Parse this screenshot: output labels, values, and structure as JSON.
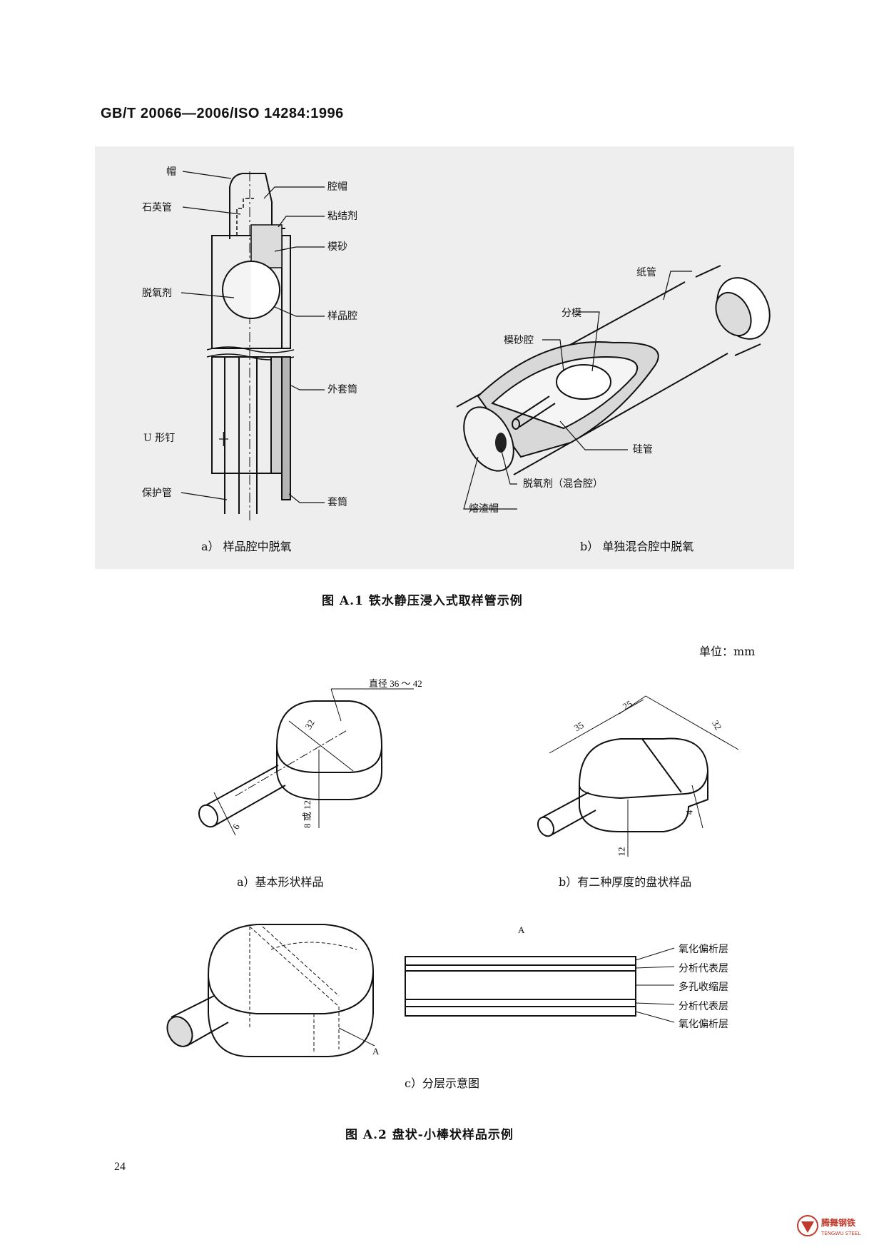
{
  "header": "GB/T 20066—2006/ISO 14284:1996",
  "figure_a1": {
    "part_a": {
      "labels": {
        "cap": "帽",
        "quartz_tube": "石英管",
        "cavity_cap": "腔帽",
        "binder": "粘结剂",
        "molding_sand": "模砂",
        "deoxidizer": "脱氧剂",
        "sample_cavity": "样品腔",
        "outer_sleeve": "外套筒",
        "u_nail": "U 形钉",
        "protective_tube": "保护管",
        "sleeve": "套筒"
      },
      "caption": "a）  样品腔中脱氧"
    },
    "part_b": {
      "labels": {
        "paper_tube": "纸管",
        "split_mold": "分模",
        "sand_cavity": "模砂腔",
        "silica_tube": "硅管",
        "deoxidizer_mix": "脱氧剂（混合腔）",
        "slag_cap": "熔渣帽"
      },
      "caption": "b）  单独混合腔中脱氧"
    },
    "caption": "图 A.1    铁水静压浸入式取样管示例"
  },
  "figure_a2": {
    "unit": "单位：mm",
    "part_a": {
      "dims": {
        "diameter": "直径 36 ～ 42",
        "width": "32",
        "rod": "6",
        "thickness": "8 或 12"
      },
      "caption": "a）基本形状样品"
    },
    "part_b": {
      "dims": {
        "d35": "35",
        "d25": "25",
        "d32": "32",
        "d4": "4",
        "d12": "12"
      },
      "caption": "b）有二种厚度的盘状样品"
    },
    "part_c": {
      "section_label": "A",
      "section_title": "A",
      "layers": [
        "氧化偏析层",
        "分析代表层",
        "多孔收缩层",
        "分析代表层",
        "氧化偏析层"
      ],
      "caption": "c）分层示意图"
    },
    "caption": "图 A.2    盘状-小棒状样品示例"
  },
  "page_number": "24",
  "logo": {
    "cn": "腾舞钢铁",
    "en": "TENGWU STEEL",
    "color": "#c0392b"
  }
}
